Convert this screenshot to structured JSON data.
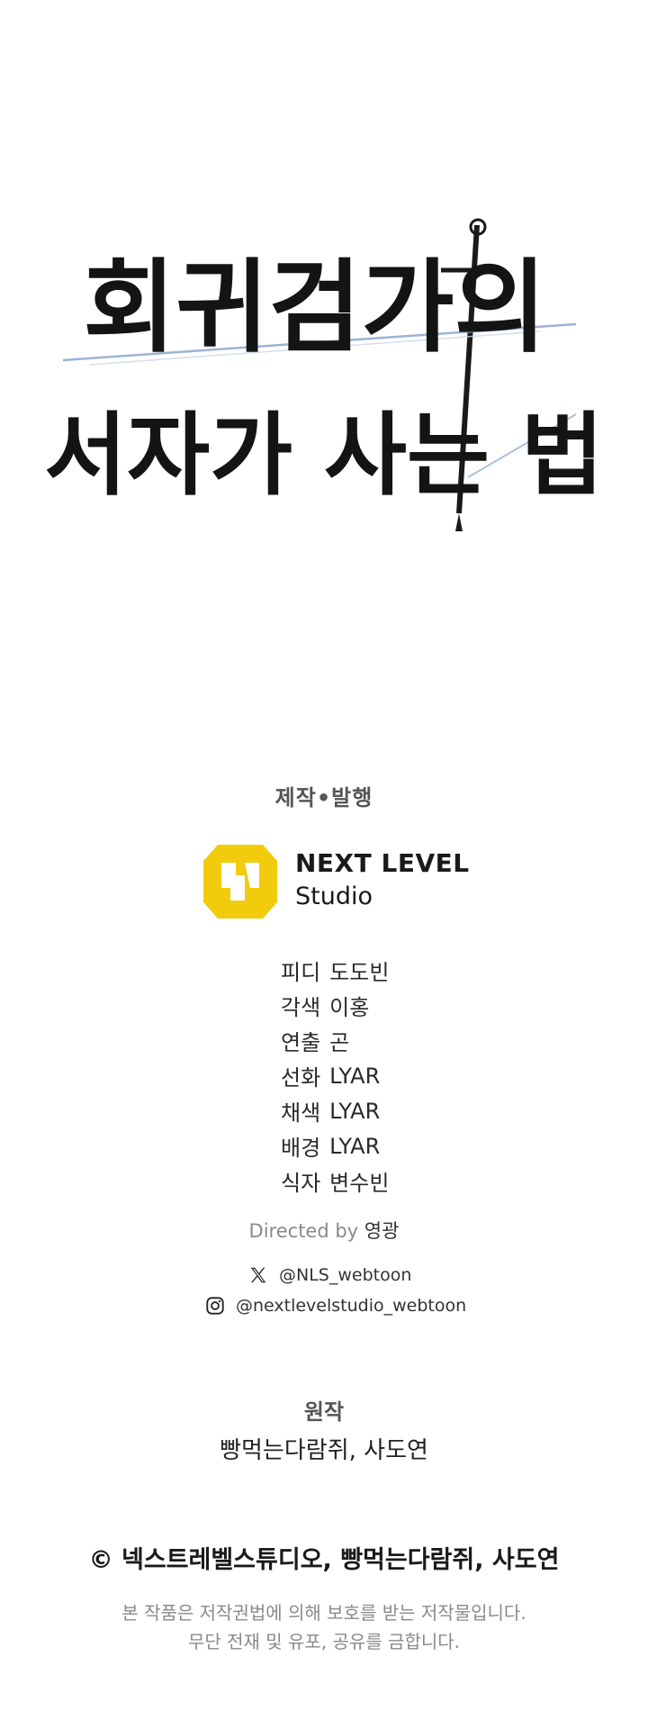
{
  "title": {
    "line1": "회귀검가의",
    "line2": "서자가 사는 법"
  },
  "credits": {
    "production_label": "제작•발행",
    "studio_name_line1": "NEXT LEVEL",
    "studio_name_line2": "Studio",
    "staff": [
      {
        "role": "피디",
        "name": "도도빈"
      },
      {
        "role": "각색",
        "name": "이홍"
      },
      {
        "role": "연출",
        "name": "곤"
      },
      {
        "role": "선화",
        "name": "LYAR"
      },
      {
        "role": "채색",
        "name": "LYAR"
      },
      {
        "role": "배경",
        "name": "LYAR"
      },
      {
        "role": "식자",
        "name": "변수빈"
      }
    ],
    "directed_by_label": "Directed by",
    "director": "영광"
  },
  "social": {
    "x_handle": "@NLS_webtoon",
    "instagram_handle": "@nextlevelstudio_webtoon",
    "x_icon": "x-logo-icon",
    "instagram_icon": "instagram-icon"
  },
  "original": {
    "label": "원작",
    "authors": "빵먹는다람쥐, 사도연"
  },
  "copyright": {
    "line": "© 넥스트레벨스튜디오, 빵먹는다람쥐, 사도연",
    "notice_line1": "본 작품은 저작권법에 의해 보호를 받는 저작물입니다.",
    "notice_line2": "무단 전재 및 유포, 공유를 금합니다."
  },
  "colors": {
    "studio_logo_yellow": "#F2CC0C",
    "text_dark": "#1a1a1a",
    "text_gray": "#8a8a8a"
  }
}
